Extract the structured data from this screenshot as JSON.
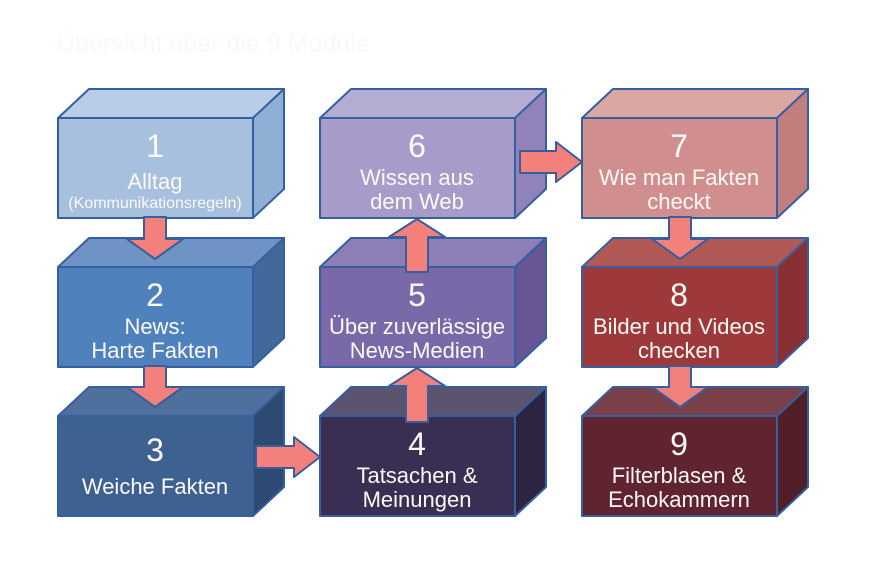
{
  "title": "Übersicht über die 9 Module",
  "palette": {
    "title_color": "#3F6AB5",
    "box_border": "#35609F",
    "arrow_fill": "#F4807B",
    "arrow_stroke": "#3A5E9C",
    "text_color": "#FCF9F5",
    "background": "#FFFFFF"
  },
  "modules": [
    {
      "number": "1",
      "line1": "Alltag",
      "line2": "(Kommunikationsregeln)",
      "colors": {
        "front": "#A6C0DE",
        "top": "#B9CDE6",
        "side": "#8FAFD4"
      }
    },
    {
      "number": "2",
      "line1": "News:",
      "line2": "Harte Fakten",
      "colors": {
        "front": "#4F81BD",
        "top": "#6F93C4",
        "side": "#41699A"
      }
    },
    {
      "number": "3",
      "line1": "Weiche Fakten",
      "colors": {
        "front": "#3D6191",
        "top": "#4F6F9C",
        "side": "#2C4A72"
      }
    },
    {
      "number": "4",
      "line1": "Tatsachen &",
      "line2": "Meinungen",
      "colors": {
        "front": "#3A2F52",
        "top": "#5C536E",
        "side": "#2D2442"
      }
    },
    {
      "number": "5",
      "line1": "Über zuverlässige",
      "line2": "News-Medien",
      "colors": {
        "front": "#7A69A8",
        "top": "#8D7EB5",
        "side": "#685593"
      }
    },
    {
      "number": "6",
      "line1": "Wissen aus",
      "line2": "dem Web",
      "colors": {
        "front": "#A79CC9",
        "top": "#B5ACD4",
        "side": "#9183B9"
      }
    },
    {
      "number": "7",
      "line1": "Wie man Fakten",
      "line2": "checkt",
      "colors": {
        "front": "#D08F8E",
        "top": "#DBA7A3",
        "side": "#C17E7C"
      }
    },
    {
      "number": "8",
      "line1": "Bilder und Videos",
      "line2": "checken",
      "colors": {
        "front": "#9D393B",
        "top": "#B05957",
        "side": "#8A2F33"
      }
    },
    {
      "number": "9",
      "line1": "Filterblasen &",
      "line2": "Echokammern",
      "colors": {
        "front": "#5F242F",
        "top": "#7A404A",
        "side": "#511E28"
      }
    }
  ],
  "flow": {
    "sequence": [
      "1",
      "2",
      "3",
      "4",
      "5",
      "6",
      "7",
      "8",
      "9"
    ],
    "arrows": [
      {
        "from": "1",
        "to": "2",
        "direction": "down"
      },
      {
        "from": "2",
        "to": "3",
        "direction": "down"
      },
      {
        "from": "3",
        "to": "4",
        "direction": "right"
      },
      {
        "from": "4",
        "to": "5",
        "direction": "up"
      },
      {
        "from": "5",
        "to": "6",
        "direction": "up"
      },
      {
        "from": "6",
        "to": "7",
        "direction": "right"
      },
      {
        "from": "7",
        "to": "8",
        "direction": "down"
      },
      {
        "from": "8",
        "to": "9",
        "direction": "down"
      }
    ]
  }
}
